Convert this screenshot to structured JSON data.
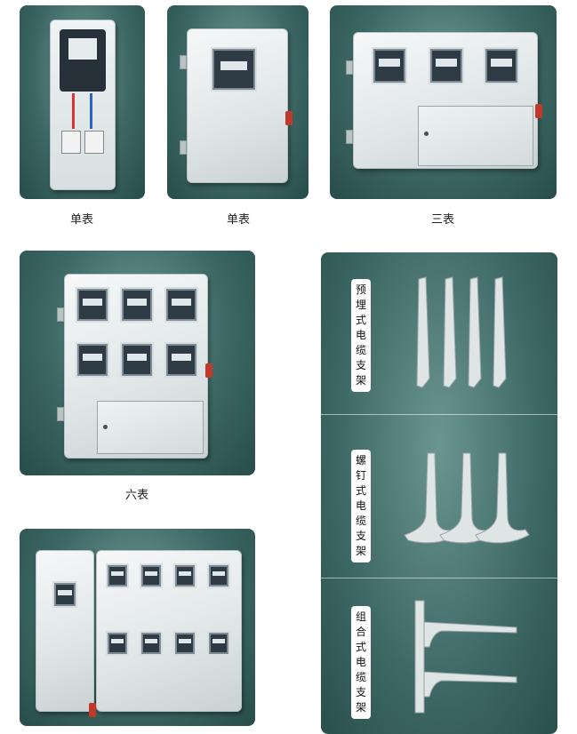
{
  "captions": {
    "single_meter_1": "单表",
    "single_meter_2": "单表",
    "three_meter": "三表",
    "six_meter": "六表"
  },
  "bracket_panel": {
    "embedded_label": "预埋式电缆支架",
    "screw_label": "螺钉式电缆支架",
    "combined_label": "组合式电缆支架"
  }
}
